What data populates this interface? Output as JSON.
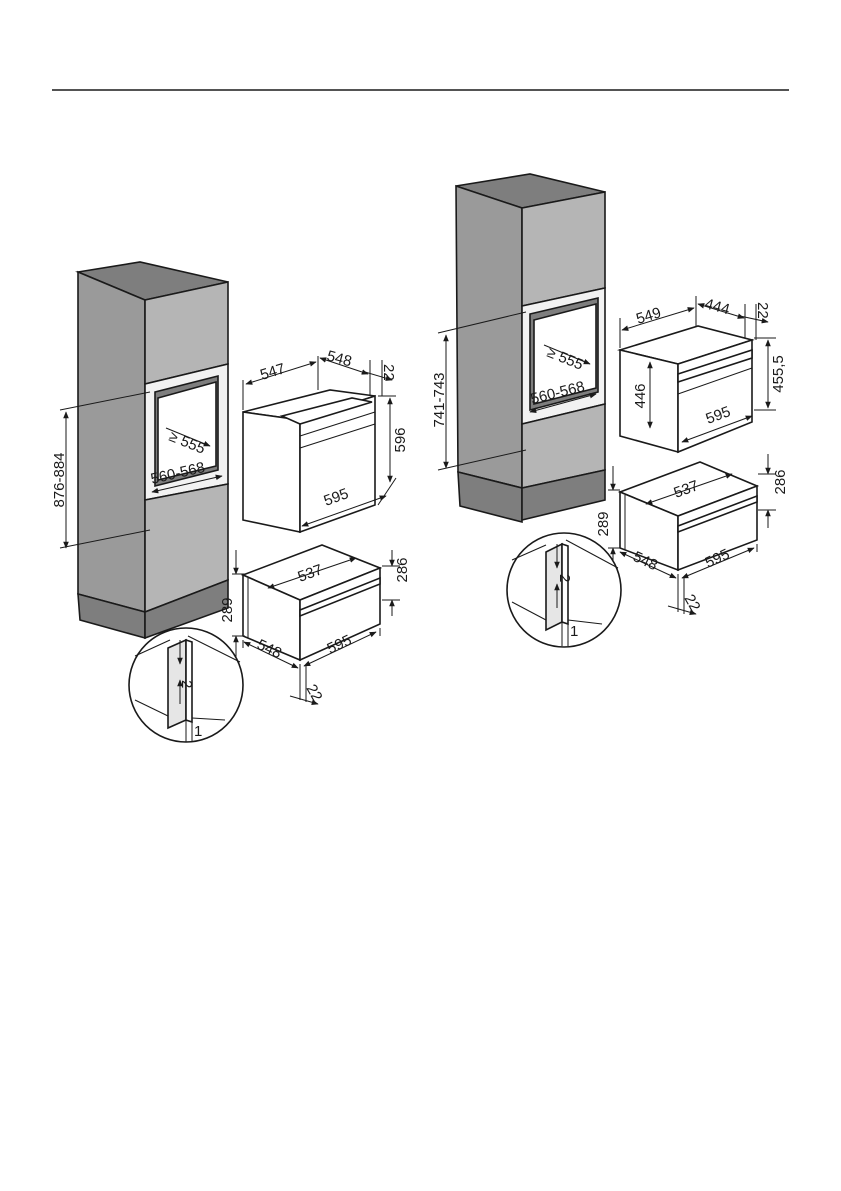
{
  "left_group": {
    "cabinet": {
      "niche_height": "876-884",
      "niche_depth": "≥ 555",
      "niche_width": "560-568"
    },
    "oven": {
      "depth_total": "547",
      "depth_body": "548",
      "front_gap": "22",
      "height": "596",
      "width": "595"
    },
    "drawer": {
      "depth": "537",
      "height_front": "286",
      "height_total": "289",
      "depth_body": "548",
      "width": "595",
      "front_gap": "22"
    },
    "detail": {
      "gap_top": "2",
      "gap_bottom": "1"
    }
  },
  "right_group": {
    "cabinet": {
      "niche_height": "741-743",
      "niche_depth": "≥ 555",
      "niche_width": "560-568"
    },
    "compact": {
      "depth_total": "549",
      "depth_body": "444",
      "front_gap": "22",
      "height_total": "455,5",
      "height_body": "446",
      "width": "595"
    },
    "drawer": {
      "depth": "537",
      "height_front": "286",
      "height_total": "289",
      "depth_body": "548",
      "width": "595",
      "front_gap": "22"
    },
    "detail": {
      "gap_top": "2",
      "gap_bottom": "1"
    }
  },
  "arrow-marker": "arrow-icon"
}
